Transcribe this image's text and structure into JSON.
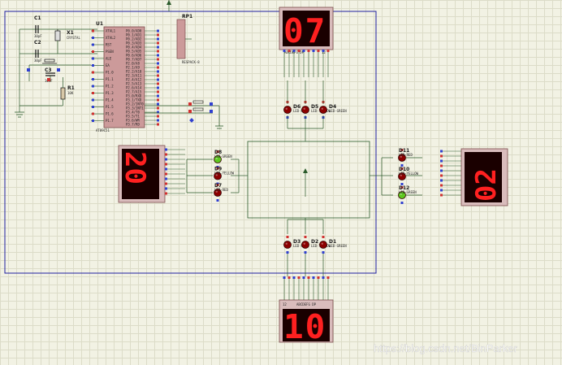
{
  "mcu": {
    "ref": "U1",
    "part": "AT89C51"
  },
  "crystal": {
    "ref": "X1",
    "value": "CRYSTAL"
  },
  "caps": [
    {
      "ref": "C1",
      "value": "30pF"
    },
    {
      "ref": "C2",
      "value": "30pF"
    },
    {
      "ref": "C3",
      "value": "10uF"
    }
  ],
  "resistor": {
    "ref": "R1",
    "value": "10K"
  },
  "rpack": {
    "ref": "RP1",
    "value": "RESPACK-8"
  },
  "mcu_pins_left": [
    "XTAL1",
    "XTAL2",
    "RST",
    "PSEN",
    "ALE",
    "EA",
    "P1.0",
    "P1.1",
    "P1.2",
    "P1.3",
    "P1.4",
    "P1.5",
    "P1.6",
    "P1.7"
  ],
  "mcu_pins_right": [
    "P0.0/AD0",
    "P0.1/AD1",
    "P0.2/AD2",
    "P0.3/AD3",
    "P0.4/AD4",
    "P0.5/AD5",
    "P0.6/AD6",
    "P0.7/AD7",
    "P2.0/A8",
    "P2.1/A9",
    "P2.2/A10",
    "P2.3/A11",
    "P2.4/A12",
    "P2.5/A13",
    "P2.6/A14",
    "P2.7/A15",
    "P3.0/RXD",
    "P3.1/TXD",
    "P3.2/INT0",
    "P3.3/INT1",
    "P3.4/T0",
    "P3.5/T1",
    "P3.6/WR",
    "P3.7/RD"
  ],
  "displays": {
    "north": {
      "digits": "07",
      "pin_labels": "ABCDEFG DP",
      "pin_labels2": "12"
    },
    "west": {
      "digits": "20"
    },
    "east": {
      "digits": "02"
    },
    "south": {
      "digits": "10",
      "pin_labels": "ABCDEFG DP",
      "pin_labels2": "12"
    }
  },
  "leds": {
    "north": [
      {
        "ref": "D6",
        "type": "LED-RED",
        "color": "#8b0000"
      },
      {
        "ref": "D5",
        "type": "LED-YELLOW",
        "color": "#8b0000"
      },
      {
        "ref": "D4",
        "type": "LED-GREEN",
        "color": "#8b0000"
      }
    ],
    "west": [
      {
        "ref": "D8",
        "type": "LED-GREEN",
        "color": "#5ec81e"
      },
      {
        "ref": "D9",
        "type": "LED-YELLOW",
        "color": "#8b0000"
      },
      {
        "ref": "D7",
        "type": "LED-RED",
        "color": "#8b0000"
      }
    ],
    "east": [
      {
        "ref": "D11",
        "type": "LED-RED",
        "color": "#8b0000"
      },
      {
        "ref": "D10",
        "type": "LED-YELLOW",
        "color": "#8b0000"
      },
      {
        "ref": "D12",
        "type": "LED-GREEN",
        "color": "#5ec81e"
      }
    ],
    "south": [
      {
        "ref": "D3",
        "type": "LED-RED",
        "color": "#8b0000"
      },
      {
        "ref": "D2",
        "type": "LED-YELLOW",
        "color": "#8b0000"
      },
      {
        "ref": "D1",
        "type": "LED-GREEN",
        "color": "#8b0000"
      }
    ]
  },
  "watermark": "https://blog.csdn.net/BinParker",
  "colors": {
    "wire": "#2a5a2a",
    "sheet": "#2020a0",
    "body": "#cc9a9a",
    "segbg": "#1a0000",
    "frame": "#b07070"
  }
}
